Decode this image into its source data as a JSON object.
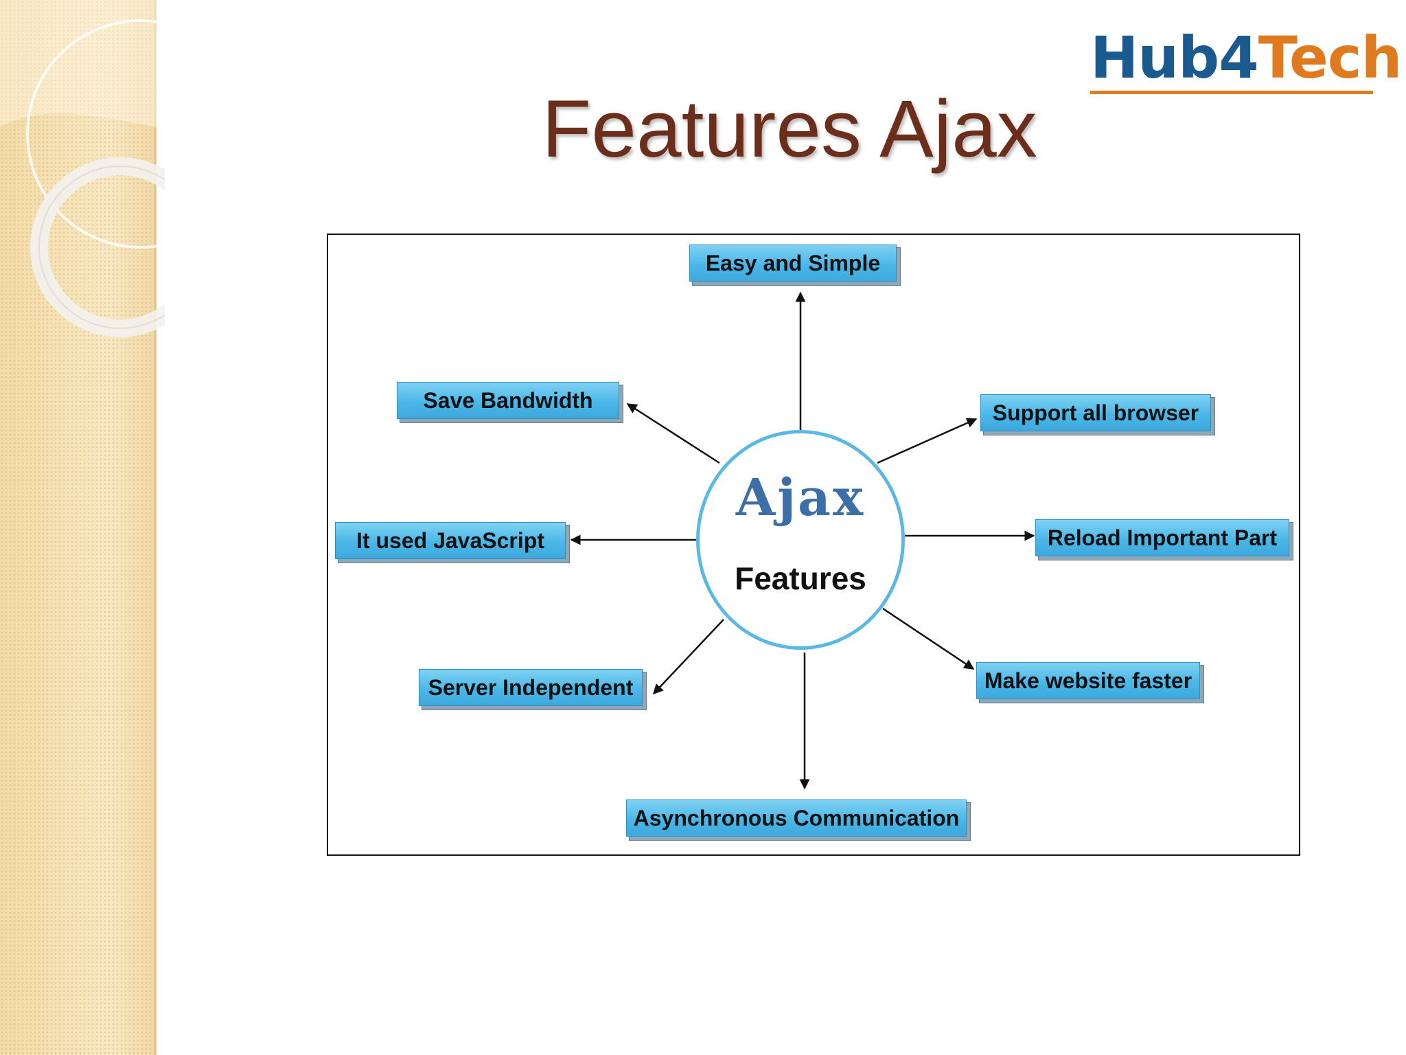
{
  "logo": {
    "part1": "Hub4",
    "part2": "Tech"
  },
  "slide": {
    "title": "Features Ajax"
  },
  "diagram": {
    "center": {
      "title": "Ajax",
      "subtitle": "Features"
    },
    "features": [
      {
        "label": "Easy and Simple"
      },
      {
        "label": "Support all browser"
      },
      {
        "label": "Reload Important Part"
      },
      {
        "label": "Make website faster"
      },
      {
        "label": "Asynchronous Communication"
      },
      {
        "label": "Server Independent"
      },
      {
        "label": "It used JavaScript"
      },
      {
        "label": "Save Bandwidth"
      }
    ]
  },
  "colors": {
    "title": "#6b2e1a",
    "logo_primary": "#1a5a8f",
    "logo_accent": "#e07a1e",
    "box_fill": "#4bb7e8",
    "circle_border": "#5ab8e6",
    "side_panel": "#f6e2b4"
  }
}
